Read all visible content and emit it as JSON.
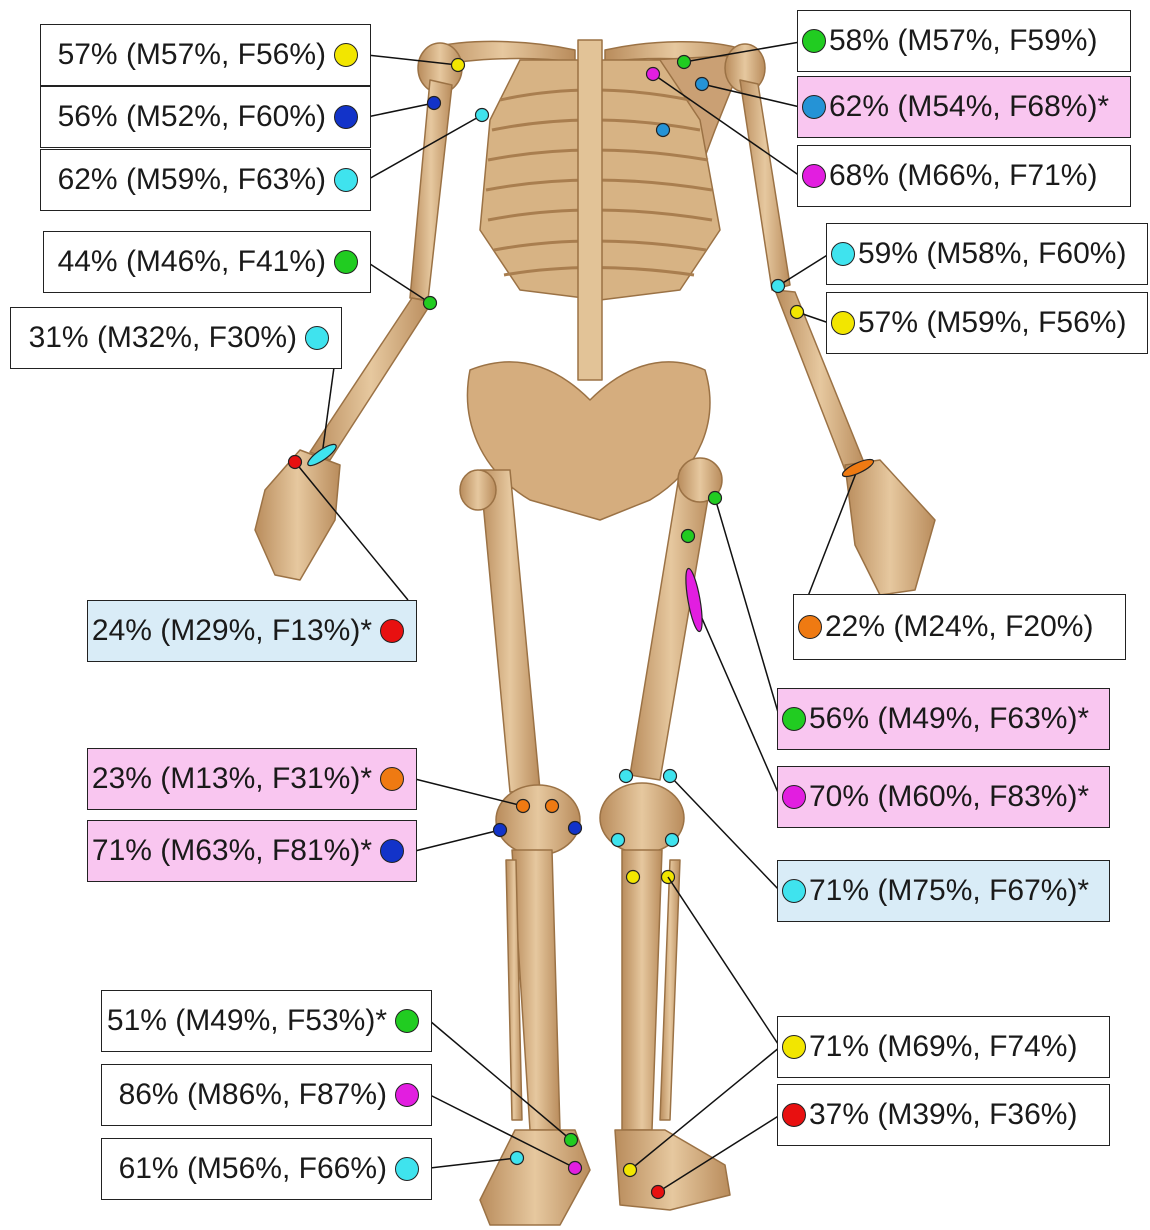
{
  "colors": {
    "yellow": "#f2e600",
    "navy": "#1233c9",
    "cyan": "#3fe3ee",
    "green": "#21cc21",
    "red": "#e81010",
    "orange": "#ef7a12",
    "magenta": "#e21ee0",
    "steel": "#2593d6",
    "box_pink": "#f9c6f0",
    "box_blue": "#d9ecf7",
    "bone": "#d9b68a"
  },
  "labels": [
    {
      "id": "l-shoulder-yellow",
      "text": "57% (M57%, F56%)",
      "color": "yellow",
      "style": "white"
    },
    {
      "id": "l-shoulder-navy",
      "text": "56% (M52%, F60%)",
      "color": "navy",
      "style": "white"
    },
    {
      "id": "l-shoulder-cyan",
      "text": "62% (M59%, F63%)",
      "color": "cyan",
      "style": "white"
    },
    {
      "id": "l-elbow-green",
      "text": "44% (M46%, F41%)",
      "color": "green",
      "style": "white"
    },
    {
      "id": "l-wrist-cyan",
      "text": "31% (M32%, F30%)",
      "color": "cyan",
      "style": "white"
    },
    {
      "id": "l-hand-red",
      "text": "24% (M29%, F13%)*",
      "color": "red",
      "style": "blue"
    },
    {
      "id": "l-knee-orange",
      "text": "23% (M13%, F31%)*",
      "color": "orange",
      "style": "pink"
    },
    {
      "id": "l-knee-navy",
      "text": "71% (M63%, F81%)*",
      "color": "navy",
      "style": "pink"
    },
    {
      "id": "l-ankle-green",
      "text": "51% (M49%, F53%)*",
      "color": "green",
      "style": "white"
    },
    {
      "id": "l-ankle-magenta",
      "text": "86% (M86%, F87%)",
      "color": "magenta",
      "style": "white"
    },
    {
      "id": "l-ankle-cyan",
      "text": "61% (M56%, F66%)",
      "color": "cyan",
      "style": "white"
    },
    {
      "id": "r-shoulder-green",
      "text": "58% (M57%, F59%)",
      "color": "green",
      "style": "white"
    },
    {
      "id": "r-scapula-steel",
      "text": "62% (M54%, F68%)*",
      "color": "steel",
      "style": "pink"
    },
    {
      "id": "r-scapula-magenta",
      "text": "68% (M66%, F71%)",
      "color": "magenta",
      "style": "white"
    },
    {
      "id": "r-elbow-cyan",
      "text": "59% (M58%, F60%)",
      "color": "cyan",
      "style": "white"
    },
    {
      "id": "r-elbow-yellow",
      "text": "57% (M59%, F56%)",
      "color": "yellow",
      "style": "white"
    },
    {
      "id": "r-wrist-orange",
      "text": "22% (M24%, F20%)",
      "color": "orange",
      "style": "white"
    },
    {
      "id": "r-hip-green",
      "text": "56% (M49%, F63%)*",
      "color": "green",
      "style": "pink"
    },
    {
      "id": "r-femur-magenta",
      "text": "70% (M60%, F83%)*",
      "color": "magenta",
      "style": "pink"
    },
    {
      "id": "r-knee-cyan",
      "text": "71% (M75%, F67%)*",
      "color": "cyan",
      "style": "blue"
    },
    {
      "id": "r-ankle-yellow",
      "text": "71% (M69%, F74%)",
      "color": "yellow",
      "style": "white"
    },
    {
      "id": "r-heel-red",
      "text": "37% (M39%, F36%)",
      "color": "red",
      "style": "white"
    }
  ]
}
